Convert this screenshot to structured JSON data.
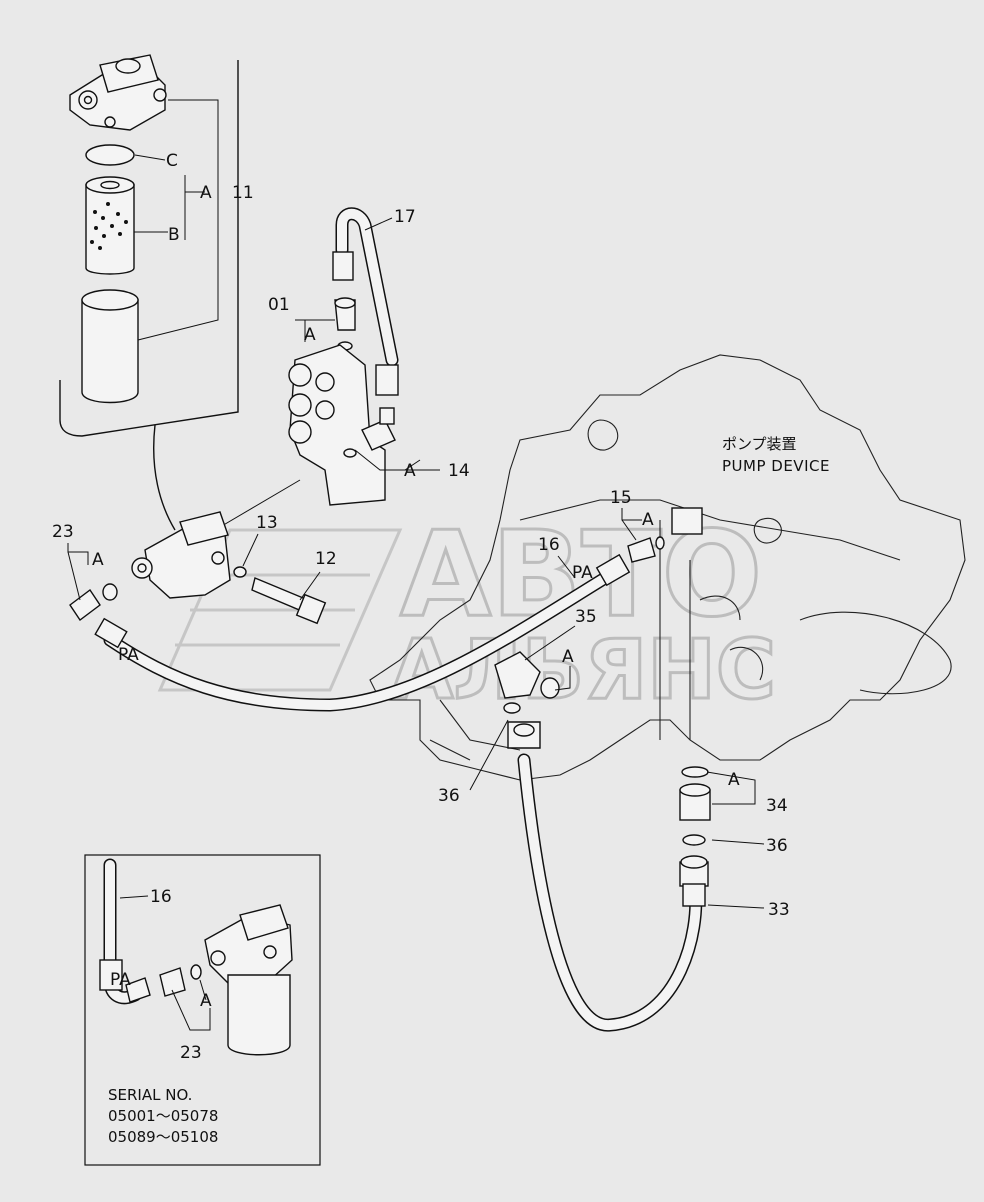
{
  "pump_caption": {
    "japanese": "ポンプ装置",
    "english": "PUMP DEVICE"
  },
  "watermark": {
    "line1": "АВТО",
    "line2": "АЛЬЯНС"
  },
  "callouts": {
    "c11": "11",
    "a_top": "A",
    "b": "B",
    "c": "C",
    "c17": "17",
    "c01": "01",
    "a_01": "A",
    "c14": "14",
    "a_14": "A",
    "c23": "23",
    "a_23": "A",
    "pa_left": "PA",
    "c13": "13",
    "c12": "12",
    "c16": "16",
    "pa_mid": "PA",
    "c15": "15",
    "a_15": "A",
    "c35": "35",
    "a_35": "A",
    "c36_mid": "36",
    "c34": "34",
    "a_34": "A",
    "c36_right": "36",
    "c33": "33"
  },
  "inset": {
    "c16": "16",
    "pa": "PA",
    "a": "A",
    "c23": "23",
    "serial_title": "SERIAL  NO.",
    "serial_range1": "05001～05078",
    "serial_range2": "05089～05108"
  }
}
